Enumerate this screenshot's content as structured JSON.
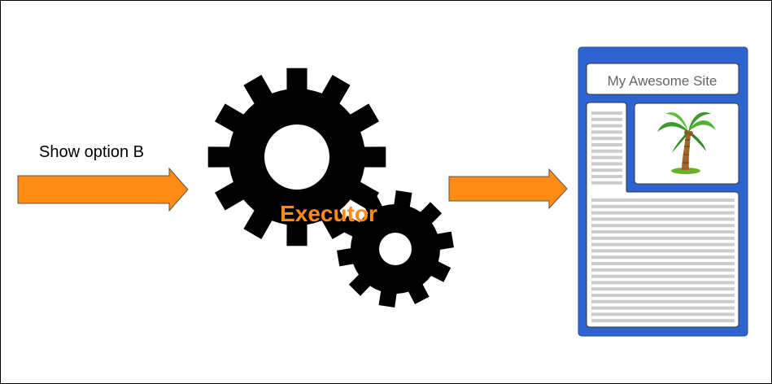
{
  "input": {
    "label": "Show option B"
  },
  "executor": {
    "label": "Executor"
  },
  "website": {
    "title": "My Awesome Site"
  },
  "colors": {
    "arrow": "#FF8A14",
    "executor_text": "#FF8A14",
    "gear": "#000000",
    "site_frame": "#2F64D0",
    "placeholder_line": "#CCCCCC",
    "panel": "#FFFFFF"
  },
  "icons": {
    "gear_large": "gear-icon",
    "gear_small": "gear-icon",
    "site_image": "palm-tree-icon"
  }
}
